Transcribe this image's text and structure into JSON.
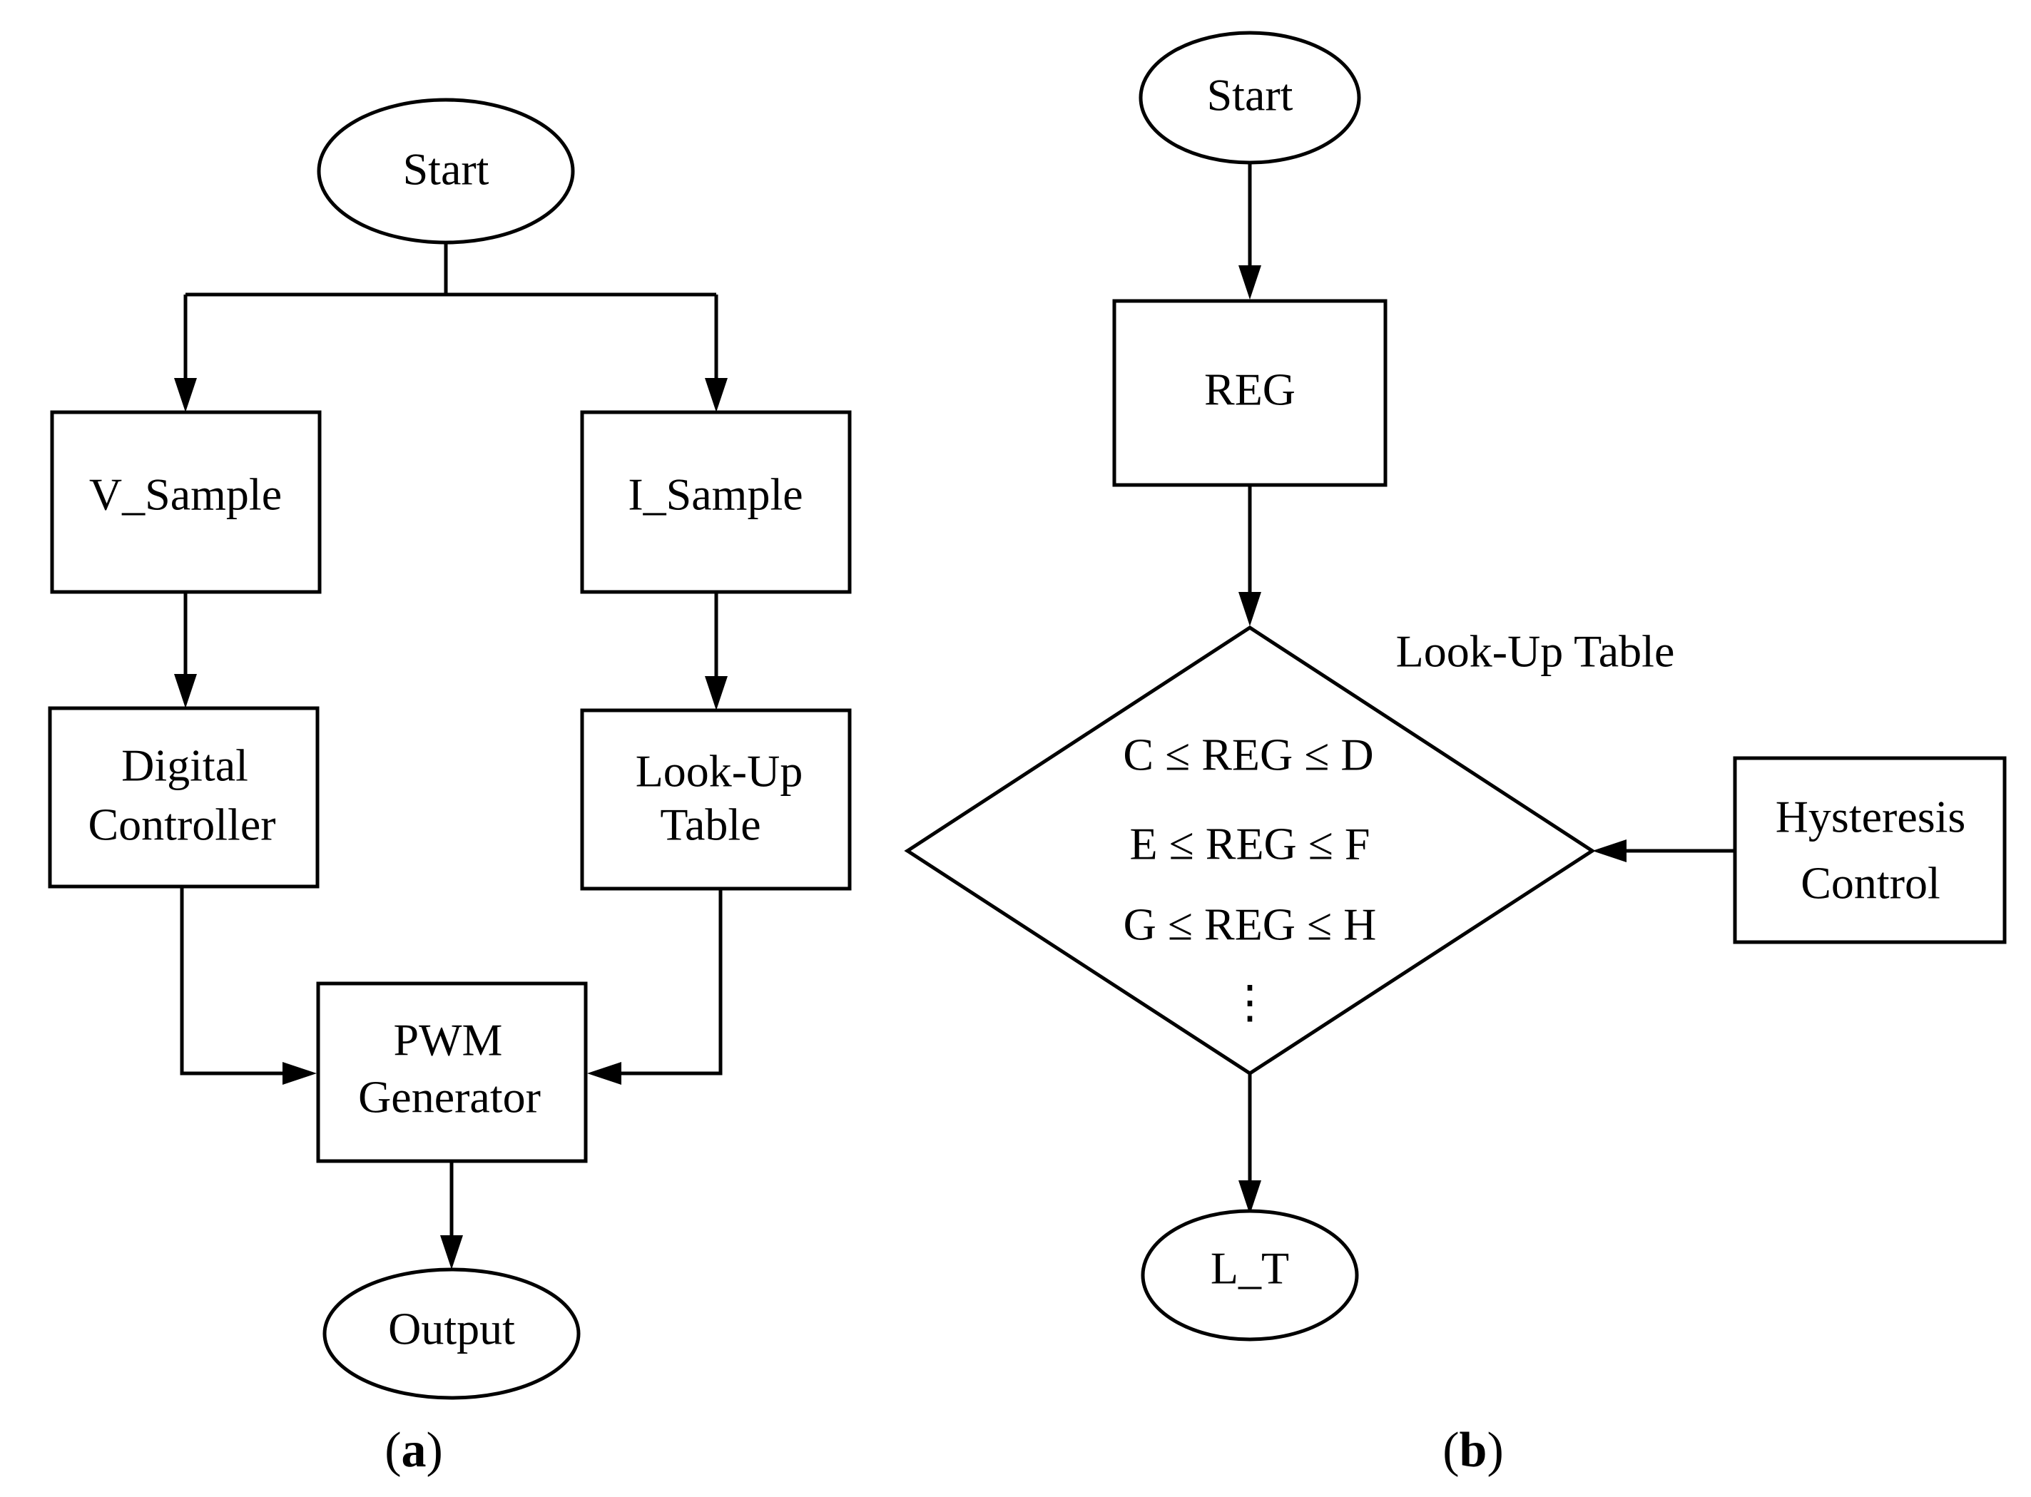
{
  "diagram_a": {
    "start": "Start",
    "v_sample": "V_Sample",
    "i_sample": "I_Sample",
    "digital_controller": [
      "Digital",
      "Controller"
    ],
    "lookup_table": [
      "Look-Up",
      "Table"
    ],
    "pwm_generator": [
      "PWM",
      "Generator"
    ],
    "output": "Output",
    "caption_letter": "a"
  },
  "diagram_b": {
    "start": "Start",
    "reg": "REG",
    "lookup_label": "Look-Up Table",
    "conditions": [
      "C ≤ REG ≤ D",
      "E ≤ REG ≤ F",
      "G ≤ REG ≤ H"
    ],
    "ellipsis": "⋮",
    "hysteresis": [
      "Hysteresis",
      "Control"
    ],
    "end": "L_T",
    "caption_letter": "b"
  },
  "colors": {
    "stroke": "#000000",
    "fill": "#ffffff",
    "background": "#ffffff"
  }
}
